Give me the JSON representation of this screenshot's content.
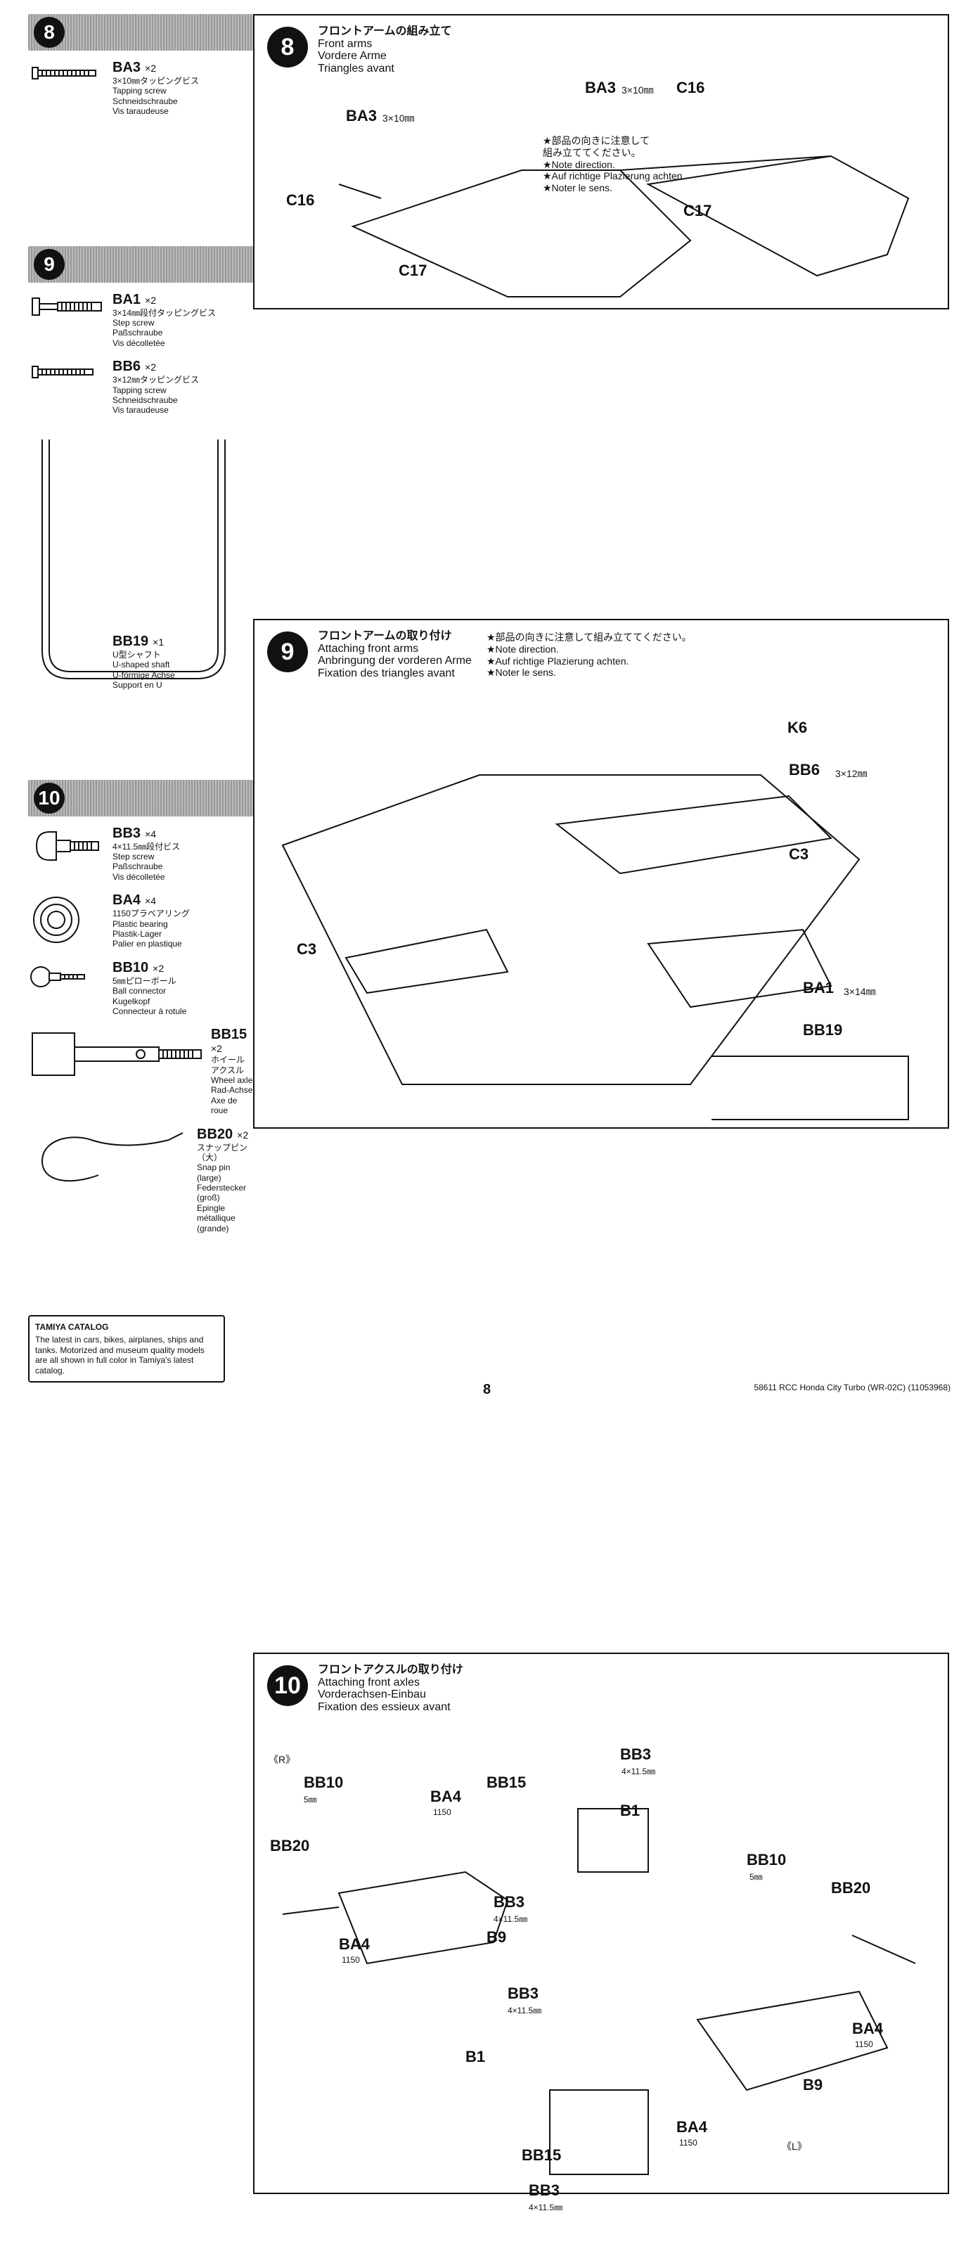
{
  "left": {
    "step8": {
      "number": "8",
      "parts": [
        {
          "code": "BA3",
          "qty": "×2",
          "desc": [
            "3×10㎜タッピングビス",
            "Tapping screw",
            "Schneidschraube",
            "Vis taraudeuse"
          ],
          "icon": "tapping-screw-icon"
        }
      ]
    },
    "step9": {
      "number": "9",
      "parts": [
        {
          "code": "BA1",
          "qty": "×2",
          "desc": [
            "3×14㎜段付タッピングビス",
            "Step screw",
            "Paßschraube",
            "Vis décolletée"
          ],
          "icon": "step-screw-icon"
        },
        {
          "code": "BB6",
          "qty": "×2",
          "desc": [
            "3×12㎜タッピングビス",
            "Tapping screw",
            "Schneidschraube",
            "Vis taraudeuse"
          ],
          "icon": "tapping-screw-icon"
        },
        {
          "code": "BB19",
          "qty": "×1",
          "desc": [
            "U型シャフト",
            "U-shaped shaft",
            "U-förmige Achse",
            "Support en U"
          ],
          "icon": "u-shaft-icon"
        }
      ]
    },
    "step10": {
      "number": "10",
      "parts": [
        {
          "code": "BB3",
          "qty": "×4",
          "desc": [
            "4×11.5㎜段付ビス",
            "Step screw",
            "Paßschraube",
            "Vis décolletée"
          ],
          "icon": "step-screw-icon"
        },
        {
          "code": "BA4",
          "qty": "×4",
          "desc": [
            "1150プラベアリング",
            "Plastic bearing",
            "Plastik-Lager",
            "Palier en plastique"
          ],
          "icon": "bearing-icon"
        },
        {
          "code": "BB10",
          "qty": "×2",
          "desc": [
            "5㎜ピローボール",
            "Ball connector",
            "Kugelkopf",
            "Connecteur à rotule"
          ],
          "icon": "ball-connector-icon"
        },
        {
          "code": "BB15",
          "qty": "×2",
          "desc": [
            "ホイールアクスル",
            "Wheel axle",
            "Rad-Achse",
            "Axe de roue"
          ],
          "icon": "wheel-axle-icon"
        },
        {
          "code": "BB20",
          "qty": "×2",
          "desc": [
            "スナップピン（大）",
            "Snap pin (large)",
            "Federstecker (groß)",
            "Epingle métallique",
            "(grande)"
          ],
          "icon": "snap-pin-icon"
        }
      ]
    },
    "catalog": {
      "title": "TAMIYA CATALOG",
      "text": "The latest in cars, bikes, airplanes, ships and tanks. Motorized and museum quality models are all shown in full color in Tamiya's latest catalog."
    }
  },
  "right": {
    "step8": {
      "number": "8",
      "title": [
        "フロントアームの組み立て",
        "Front arms",
        "Vordere Arme",
        "Triangles avant"
      ],
      "notes": [
        "★部品の向きに注意して",
        "組み立ててください。",
        "★Note direction.",
        "★Auf richtige Plazierung achten.",
        "★Noter le sens."
      ],
      "labels": {
        "ba3_left": "BA3",
        "ba3_left_size": "3×10㎜",
        "c16_left": "C16",
        "c17_left": "C17",
        "ba3_right": "BA3",
        "ba3_right_size": "3×10㎜",
        "c16_right": "C16",
        "c17_right": "C17"
      }
    },
    "step9": {
      "number": "9",
      "title": [
        "フロントアームの取り付け",
        "Attaching front arms",
        "Anbringung der vorderen Arme",
        "Fixation des triangles avant"
      ],
      "notes": [
        "★部品の向きに注意して組み立ててください。",
        "★Note direction.",
        "★Auf richtige Plazierung achten.",
        "★Noter le sens."
      ],
      "labels": {
        "k6": "K6",
        "bb6": "BB6",
        "bb6_size": "3×12㎜",
        "c3_right": "C3",
        "c3_left": "C3",
        "ba1": "BA1",
        "ba1_size": "3×14㎜",
        "bb19": "BB19"
      }
    },
    "step10": {
      "number": "10",
      "title": [
        "フロントアクスルの取り付け",
        "Attaching front axles",
        "Vorderachsen-Einbau",
        "Fixation des essieux avant"
      ],
      "labels": {
        "r": "《R》",
        "l": "《L》",
        "bb10_top": "BB10",
        "bb10_top_size": "5㎜",
        "bb10_right": "BB10",
        "bb10_right_size": "5㎜",
        "ba4_top": "BA4",
        "ba4_top_size": "1150",
        "ba4_mid_left": "BA4",
        "ba4_mid_left_size": "1150",
        "ba4_mid_right": "BA4",
        "ba4_mid_right_size": "1150",
        "ba4_bottom": "BA4",
        "ba4_bottom_size": "1150",
        "bb15_top": "BB15",
        "bb15_bottom": "BB15",
        "bb3_top": "BB3",
        "bb3_top_size": "4×11.5㎜",
        "bb3_mid": "BB3",
        "bb3_mid_size": "4×11.5㎜",
        "bb3_left": "BB3",
        "bb3_left_size": "4×11.5㎜",
        "bb3_bottom": "BB3",
        "bb3_bottom_size": "4×11.5㎜",
        "b1_top": "B1",
        "b1_bottom": "B1",
        "bb20_left": "BB20",
        "bb20_right": "BB20",
        "b9_top": "B9",
        "b9_bottom": "B9"
      }
    }
  },
  "footer": {
    "page": "8",
    "text": "58611 RCC Honda City Turbo (WR-02C) (11053968)"
  },
  "colors": {
    "ink": "#111111",
    "bar": "#bbbbbb"
  }
}
